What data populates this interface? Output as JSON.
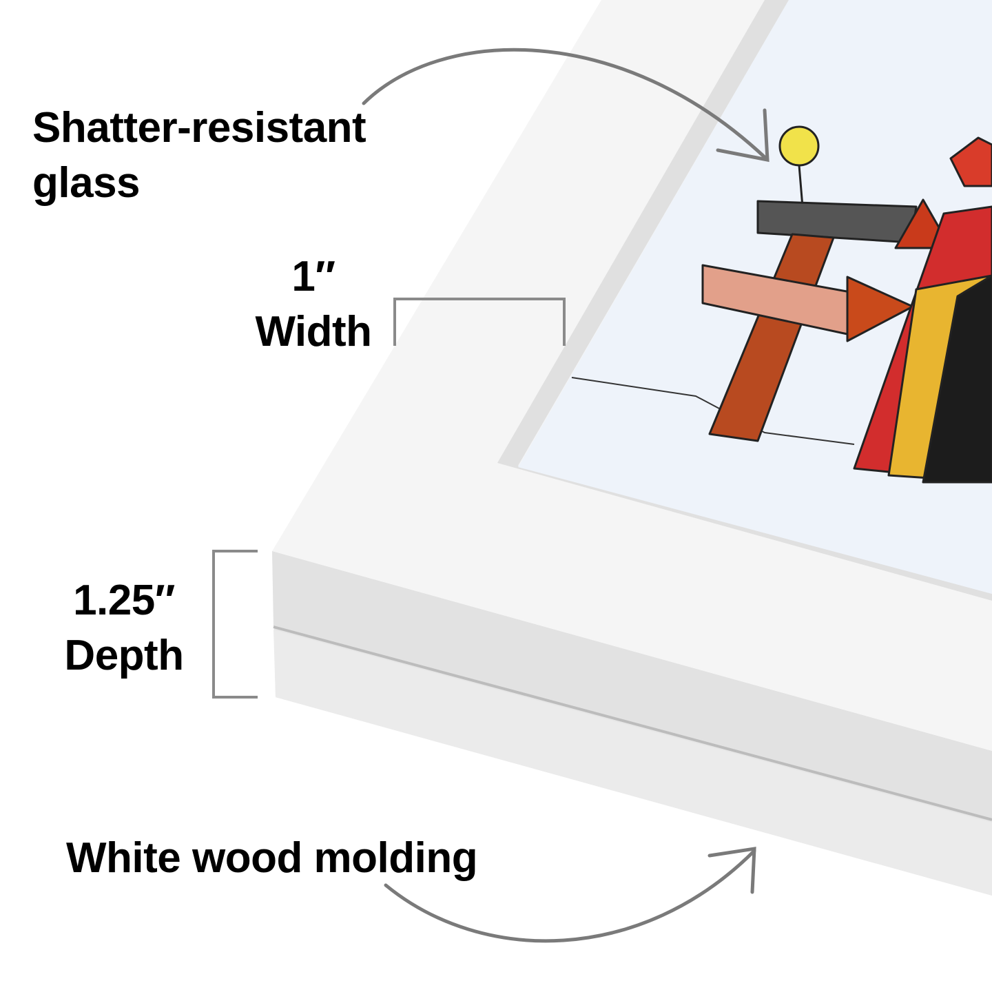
{
  "callouts": {
    "glass": {
      "line1": "Shatter-resistant",
      "line2": "glass"
    },
    "width": {
      "value": "1″",
      "label": "Width"
    },
    "depth": {
      "value": "1.25″",
      "label": "Depth"
    },
    "molding": {
      "text": "White wood molding"
    }
  },
  "colors": {
    "frame_face": "#f5f5f5",
    "frame_side": "#e4e4e4",
    "bevel": "#e0e0e0",
    "paper": "#eef3fa",
    "arrow": "#7a7a7a"
  }
}
